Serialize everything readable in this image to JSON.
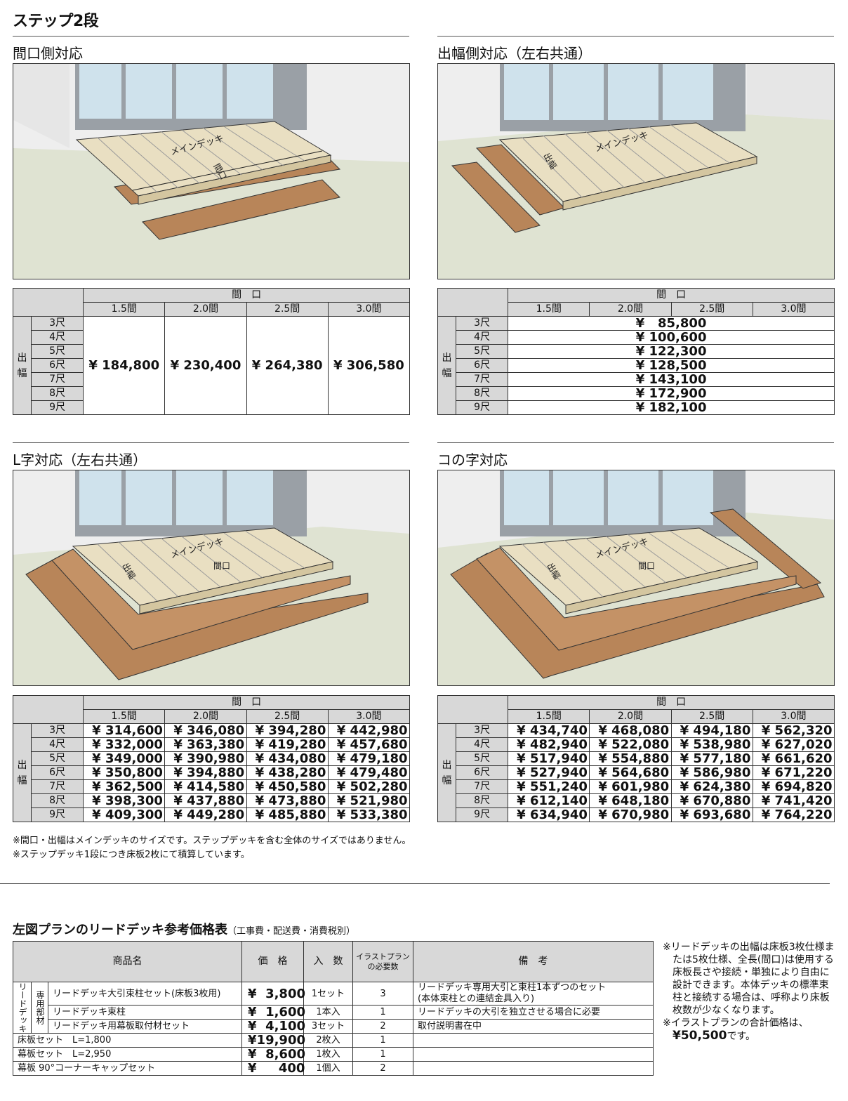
{
  "title": "ステップ2段",
  "sections": {
    "maguchi": {
      "title": "間口側対応"
    },
    "dehaba": {
      "title": "出幅側対応（左右共通）"
    },
    "l": {
      "title": "L字対応（左右共通）"
    },
    "ko": {
      "title": "コの字対応"
    }
  },
  "illustration_labels": {
    "main_deck": "メインデッキ",
    "maguchi": "間口",
    "dehaba": "出幅"
  },
  "table_header": {
    "maguchi": "間　口",
    "dehaba": "出\n幅"
  },
  "columns": [
    "1.5間",
    "2.0間",
    "2.5間",
    "3.0間"
  ],
  "rows": [
    "3尺",
    "4尺",
    "5尺",
    "6尺",
    "7尺",
    "8尺",
    "9尺"
  ],
  "prices": {
    "maguchi": [
      "¥ 184,800",
      "¥ 230,400",
      "¥ 264,380",
      "¥ 306,580"
    ],
    "dehaba": [
      "¥   85,800",
      "¥ 100,600",
      "¥ 122,300",
      "¥ 128,500",
      "¥ 143,100",
      "¥ 172,900",
      "¥ 182,100"
    ],
    "l": [
      [
        "¥ 314,600",
        "¥ 346,080",
        "¥ 394,280",
        "¥ 442,980"
      ],
      [
        "¥ 332,000",
        "¥ 363,380",
        "¥ 419,280",
        "¥ 457,680"
      ],
      [
        "¥ 349,000",
        "¥ 390,980",
        "¥ 434,080",
        "¥ 479,180"
      ],
      [
        "¥ 350,800",
        "¥ 394,880",
        "¥ 438,280",
        "¥ 479,480"
      ],
      [
        "¥ 362,500",
        "¥ 414,580",
        "¥ 450,580",
        "¥ 502,280"
      ],
      [
        "¥ 398,300",
        "¥ 437,880",
        "¥ 473,880",
        "¥ 521,980"
      ],
      [
        "¥ 409,300",
        "¥ 449,280",
        "¥ 485,880",
        "¥ 533,380"
      ]
    ],
    "ko": [
      [
        "¥ 434,740",
        "¥ 468,080",
        "¥ 494,180",
        "¥ 562,320"
      ],
      [
        "¥ 482,940",
        "¥ 522,080",
        "¥ 538,980",
        "¥ 627,020"
      ],
      [
        "¥ 517,940",
        "¥ 554,880",
        "¥ 577,180",
        "¥ 661,620"
      ],
      [
        "¥ 527,940",
        "¥ 564,680",
        "¥ 586,980",
        "¥ 671,220"
      ],
      [
        "¥ 551,240",
        "¥ 601,980",
        "¥ 624,380",
        "¥ 694,820"
      ],
      [
        "¥ 612,140",
        "¥ 648,180",
        "¥ 670,880",
        "¥ 741,420"
      ],
      [
        "¥ 634,940",
        "¥ 670,980",
        "¥ 693,680",
        "¥ 764,220"
      ]
    ]
  },
  "notes": [
    "※間口・出幅はメインデッキのサイズです。ステップデッキを含む全体のサイズではありません。",
    "※ステップデッキ1段につき床板2枚にて積算しています。"
  ],
  "reference": {
    "title": "左図プランのリードデッキ参考価格表",
    "subtitle": "（工事費・配送費・消費税別）",
    "headers": {
      "name": "商品名",
      "price": "価　格",
      "qty": "入　数",
      "need": "イラストプラン\nの必要数",
      "remark": "備　考"
    },
    "group_label_a": "リードデッキ",
    "group_label_b": "専用部材",
    "items": [
      {
        "name": "リードデッキ大引束柱セット(床板3枚用)",
        "price": "¥  3,800",
        "qty": "1セット",
        "need": "3",
        "remark": "リードデッキ専用大引と束柱1本ずつのセット\n(本体束柱との連結金具入り)"
      },
      {
        "name": "リードデッキ束柱",
        "price": "¥  1,600",
        "qty": "1本入",
        "need": "1",
        "remark": "リードデッキの大引を独立させる場合に必要"
      },
      {
        "name": "リードデッキ用幕板取付材セット",
        "price": "¥  4,100",
        "qty": "3セット",
        "need": "2",
        "remark": "取付説明書在中"
      },
      {
        "name": "床板セット　L=1,800",
        "price": "¥19,900",
        "qty": "2枚入",
        "need": "1",
        "remark": ""
      },
      {
        "name": "幕板セット　L=2,950",
        "price": "¥  8,600",
        "qty": "1枚入",
        "need": "1",
        "remark": ""
      },
      {
        "name": "幕板 90°コーナーキャップセット",
        "price": "¥     400",
        "qty": "1個入",
        "need": "2",
        "remark": ""
      }
    ]
  },
  "side_notes": {
    "n1": "※リードデッキの出幅は床板3枚仕様または5枚仕様、全長(間口)は使用する床板長さや接続・単独により自由に設計できます。本体デッキの標準束柱と接続する場合は、呼称より床板枚数が少なくなります。",
    "n2_prefix": "※イラストプランの合計価格は、",
    "n2_total": "¥50,500",
    "n2_suffix": "です。"
  },
  "colors": {
    "header_gray": "#d8d8d8",
    "deck_light": "#e9dfc2",
    "deck_brown": "#b88559",
    "floor": "#dfe3d2",
    "glass": "#cfe2ec"
  }
}
